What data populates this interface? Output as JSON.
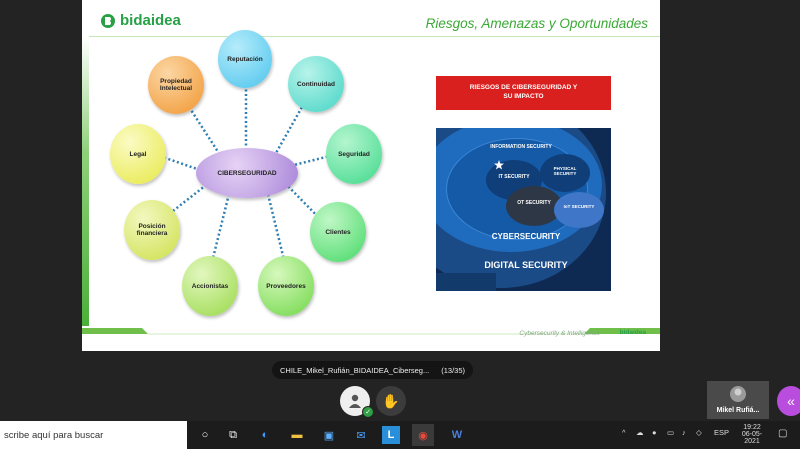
{
  "slide": {
    "brand": "bidaidea",
    "title": "Riesgos, Amenazas y Oportunidades",
    "center_node": "CIBERSEGURIDAD",
    "nodes": [
      {
        "label": "Reputación",
        "color": "#5fd0f0"
      },
      {
        "label": "Continuidad",
        "color": "#5ee0d3"
      },
      {
        "label": "Seguridad",
        "color": "#59e08f"
      },
      {
        "label": "Clientes",
        "color": "#5fe07a"
      },
      {
        "label": "Proveedores",
        "color": "#7fe05a"
      },
      {
        "label": "Accionistas",
        "color": "#a9e05a"
      },
      {
        "label": "Posición financiera",
        "color": "#d3e55a"
      },
      {
        "label": "Legal",
        "color": "#e8ea5a"
      },
      {
        "label": "Propiedad Intelectual",
        "color": "#f4a64a"
      }
    ],
    "risk_box": "RIESGOS DE CIBERSEGURIDAD Y SU IMPACTO",
    "security_image": {
      "information_security": "INFORMATION SECURITY",
      "it_security": "IT SECURITY",
      "physical_security": "PHYSICAL SECURITY",
      "ot_security": "OT SECURITY",
      "iot_security": "IoT SECURITY",
      "cybersecurity": "CYBERSECURITY",
      "digital_security": "DIGITAL SECURITY"
    },
    "footer_text": "Cybersecurity & Intelligence",
    "footer_logo": "bidaidea"
  },
  "meeting": {
    "file_name": "CHILE_Mikel_Rufián_BIDAIDEA_Ciberseg...",
    "page_counter": "(13/35)",
    "participant_name": "Mikel Rufiá..."
  },
  "taskbar": {
    "search_placeholder": "scribe aquí para buscar",
    "language": "ESP",
    "time": "19:22",
    "date": "06-05-2021"
  }
}
